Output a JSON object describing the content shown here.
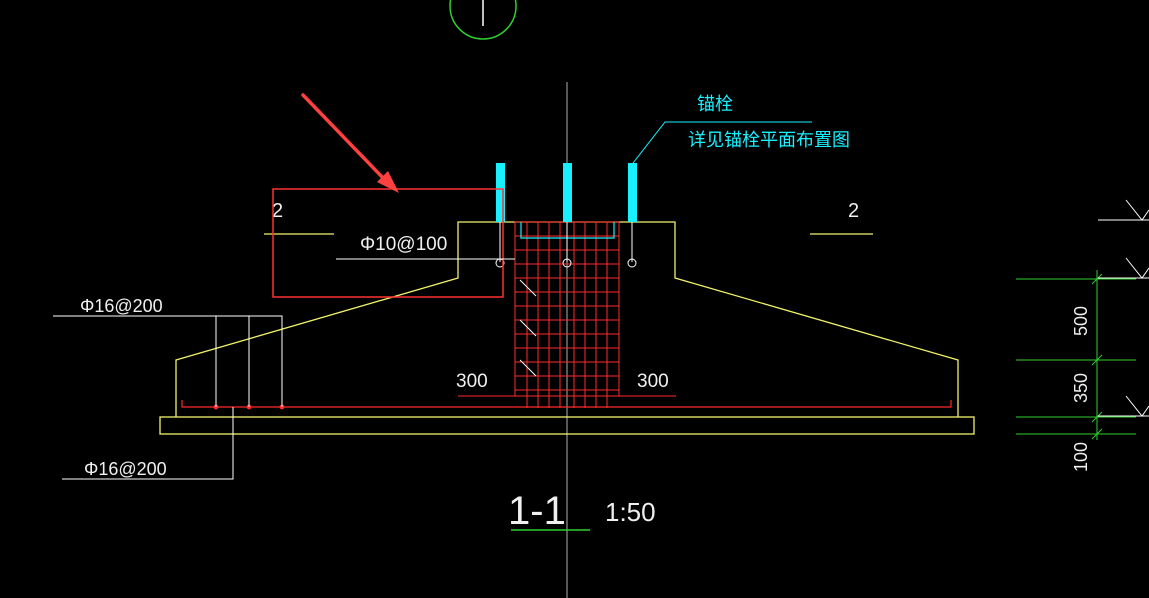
{
  "drawing": {
    "section_title": "1-1",
    "scale": "1:50",
    "cut_marks": {
      "left": "2",
      "right": "2"
    },
    "rebar_labels": {
      "pedestal_stirrups": "Φ10@100",
      "top_rebar": "Φ16@200",
      "bottom_rebar": "Φ16@200"
    },
    "anchor_note": {
      "line1": "锚栓",
      "line2": "详见锚栓平面布置图"
    },
    "dimensions": {
      "left_offset": "300",
      "right_offset": "300",
      "slope_height": "500",
      "base_height": "350",
      "pad_height": "100"
    },
    "colors": {
      "background": "#000000",
      "outline": "#f2f26b",
      "rebar": "#ff2a2a",
      "leader": "#ffffff",
      "dimension": "#2fd02f",
      "anchor": "#19f0ff",
      "text": "#f0f0f0",
      "arrow": "#ff4040"
    }
  }
}
